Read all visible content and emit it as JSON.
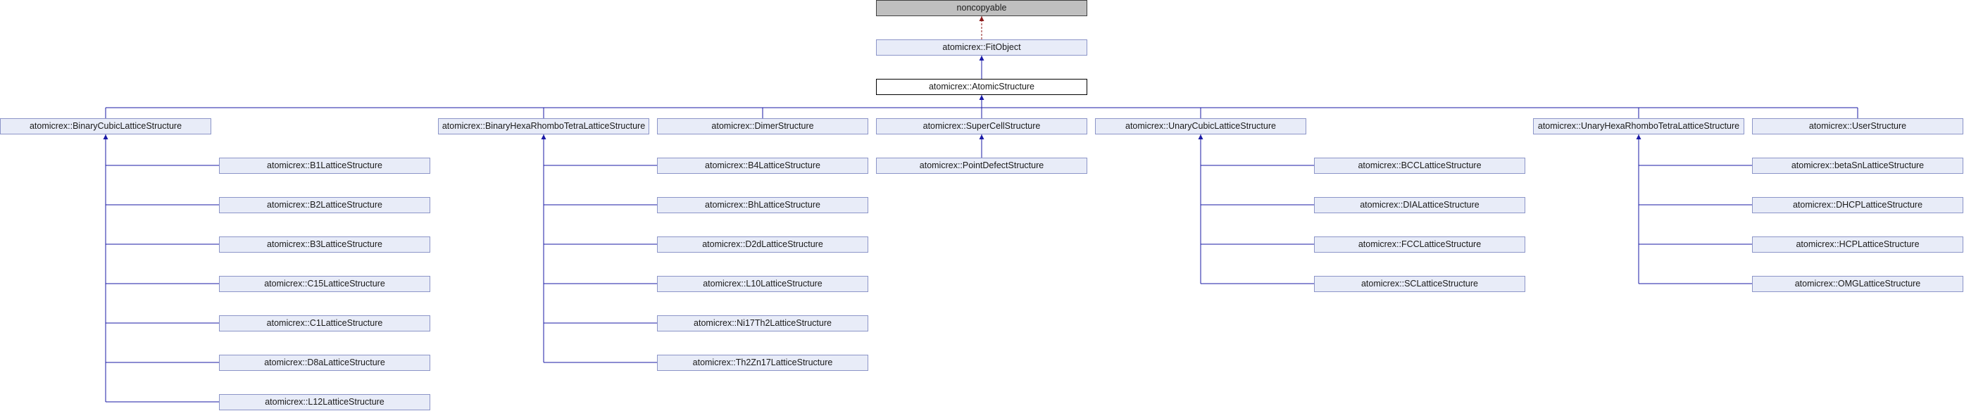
{
  "root": {
    "label": "noncopyable"
  },
  "fitobject": {
    "label": "atomicrex::FitObject"
  },
  "atomic": {
    "label": "atomicrex::AtomicStructure"
  },
  "groups": {
    "bcl": {
      "label": "atomicrex::BinaryCubicLatticeStructure",
      "children": [
        "atomicrex::B1LatticeStructure",
        "atomicrex::B2LatticeStructure",
        "atomicrex::B3LatticeStructure",
        "atomicrex::C15LatticeStructure",
        "atomicrex::C1LatticeStructure",
        "atomicrex::D8aLatticeStructure",
        "atomicrex::L12LatticeStructure"
      ]
    },
    "bhrt": {
      "label": "atomicrex::BinaryHexaRhomboTetraLatticeStructure",
      "children": [
        "atomicrex::B4LatticeStructure",
        "atomicrex::BhLatticeStructure",
        "atomicrex::D2dLatticeStructure",
        "atomicrex::L10LatticeStructure",
        "atomicrex::Ni17Th2LatticeStructure",
        "atomicrex::Th2Zn17LatticeStructure"
      ]
    },
    "dimer": {
      "label": "atomicrex::DimerStructure"
    },
    "supercell": {
      "label": "atomicrex::SuperCellStructure",
      "children": [
        "atomicrex::PointDefectStructure"
      ]
    },
    "ucl": {
      "label": "atomicrex::UnaryCubicLatticeStructure",
      "children": [
        "atomicrex::BCCLatticeStructure",
        "atomicrex::DIALatticeStructure",
        "atomicrex::FCCLatticeStructure",
        "atomicrex::SCLatticeStructure"
      ]
    },
    "uhrt": {
      "label": "atomicrex::UnaryHexaRhomboTetraLatticeStructure",
      "children": [
        "atomicrex::betaSnLatticeStructure",
        "atomicrex::DHCPLatticeStructure",
        "atomicrex::HCPLatticeStructure",
        "atomicrex::OMGLatticeStructure"
      ]
    },
    "user": {
      "label": "atomicrex::UserStructure"
    }
  },
  "colors": {
    "edge": "#1a1aa6",
    "edge_dashed": "#8b1a1a",
    "node_fill": "#e8ecf8",
    "node_border": "#8c95c8"
  }
}
